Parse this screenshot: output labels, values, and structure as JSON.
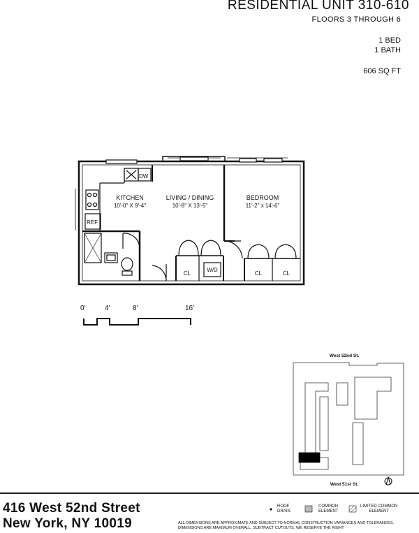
{
  "header": {
    "unit_title": "RESIDENTIAL UNIT 310-610",
    "floors": "FLOORS 3 THROUGH 6",
    "beds": "1 BED",
    "baths": "1 BATH",
    "area": "606 SQ FT"
  },
  "floorplan": {
    "rooms": [
      {
        "name": "KITCHEN",
        "dims": "10'-0\" X 9'-4\""
      },
      {
        "name": "LIVING / DINING",
        "dims": "10'-8\" X 13'-5\""
      },
      {
        "name": "BEDROOM",
        "dims": "11'-2\" x 14'-6\""
      }
    ],
    "fixtures": {
      "dw": "DW",
      "ref": "REF",
      "wd": "W/D",
      "closet": "CL"
    }
  },
  "scale_bar": {
    "ticks": [
      "0'",
      "4'",
      "8'",
      "16'"
    ]
  },
  "site_plan": {
    "north_street": "West 52nd St.",
    "south_street": "West 51st St."
  },
  "address": {
    "line1": "416 West 52nd Street",
    "line2": "New York, NY 10019"
  },
  "legend": {
    "roof_drain": [
      "ROOF",
      "DRAIN"
    ],
    "common_element": [
      "COMMON",
      "ELEMENT"
    ],
    "limited_common": [
      "LIMITED COMMON",
      "ELEMENT"
    ]
  },
  "disclaimer": "ALL DIMENSIONS ARE APPROXIMATE AND SUBJECT TO NORMAL CONSTRUCTION VARIANCES AND TOLERANCES. DIMENSIONS ARE MAXIMUM OVERALL, SUBTRACT CUTOUTS. WE RESERVE THE RIGHT"
}
